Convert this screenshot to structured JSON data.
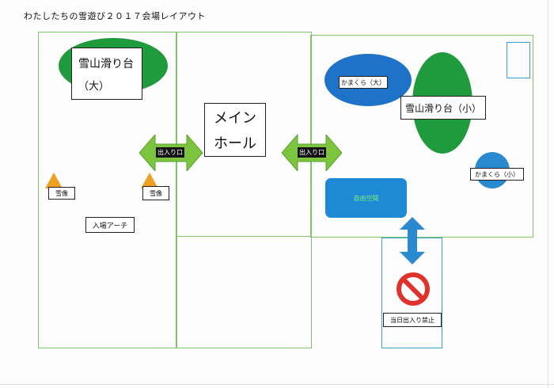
{
  "title": "わたしたちの雪遊び２０１７会場レイアウト",
  "zones": {
    "left": {
      "snow_slide_large_line1": "雪山滑り台",
      "snow_slide_large_line2": "（大）",
      "snow_statue_left": "雪像",
      "snow_statue_right": "雪像",
      "entrance_arch": "入場アーチ"
    },
    "center": {
      "main_hall_line1": "メイン",
      "main_hall_line2": "ホール"
    },
    "right": {
      "kamakura_large": "かまくら（大）",
      "snow_slide_small": "雪山滑り台（小）",
      "kamakura_small": "かまくら（小）",
      "free_space": "自由空間"
    },
    "bottom": {
      "no_entry": "当日出入り禁止"
    }
  },
  "arrows": {
    "left_entrance": "出入り口",
    "right_entrance": "出入り口"
  },
  "colors": {
    "zone_border": "#7fc46a",
    "slide_green": "#1f9a3c",
    "kamakura_blue": "#1e73c8",
    "arrow_green": "#7cc43e",
    "arrow_blue": "#2a8ad0",
    "statue_orange": "#f0a020",
    "no_entry_red": "#e0322c"
  }
}
